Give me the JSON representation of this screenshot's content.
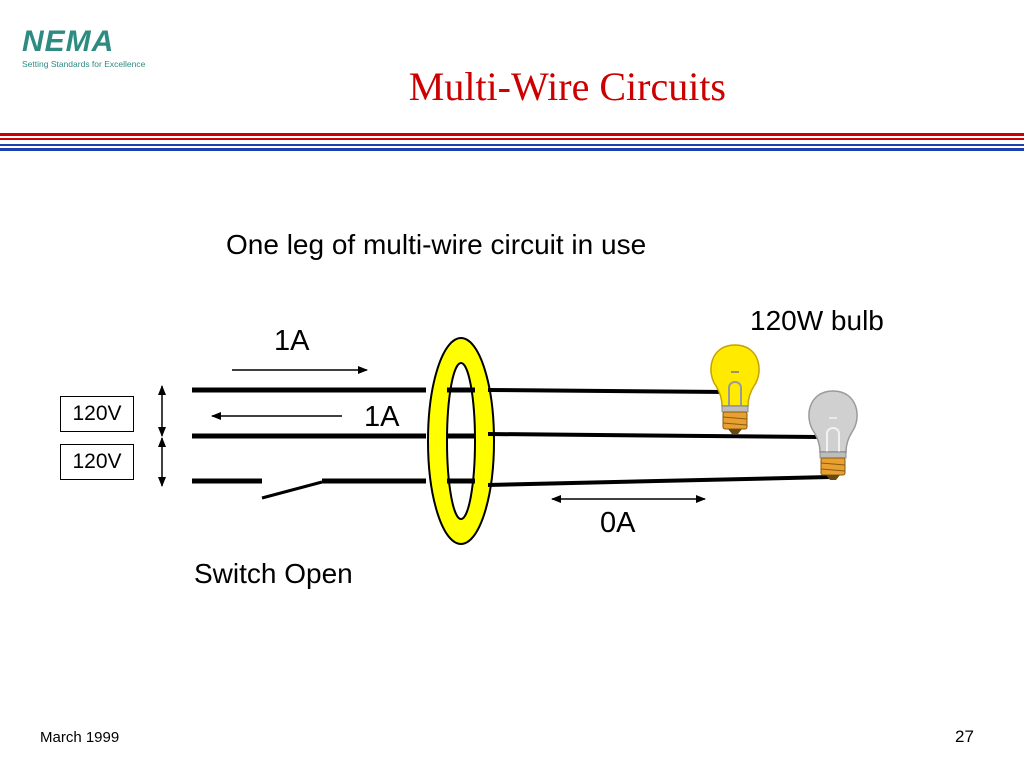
{
  "header": {
    "logo_text": "NEMA",
    "logo_tagline": "Setting Standards for Excellence",
    "title": "Multi-Wire Circuits"
  },
  "diagram": {
    "subtitle": "One leg of multi-wire circuit in use",
    "bulb_label": "120W bulb",
    "current_top": "1A",
    "current_middle": "1A",
    "current_bottom": "0A",
    "voltage_upper": "120V",
    "voltage_lower": "120V",
    "switch_label": "Switch Open"
  },
  "footer": {
    "date": "March 1999",
    "page_number": "27"
  },
  "colors": {
    "title": "#cc0000",
    "logo": "#2e8b82",
    "rule_red": "#cc0000",
    "rule_blue": "#1f3fae",
    "ring_fill": "#ffff00",
    "bulb_lit": "#ffea00",
    "bulb_unlit": "#c8c8c8",
    "bulb_base": "#e8a030"
  }
}
